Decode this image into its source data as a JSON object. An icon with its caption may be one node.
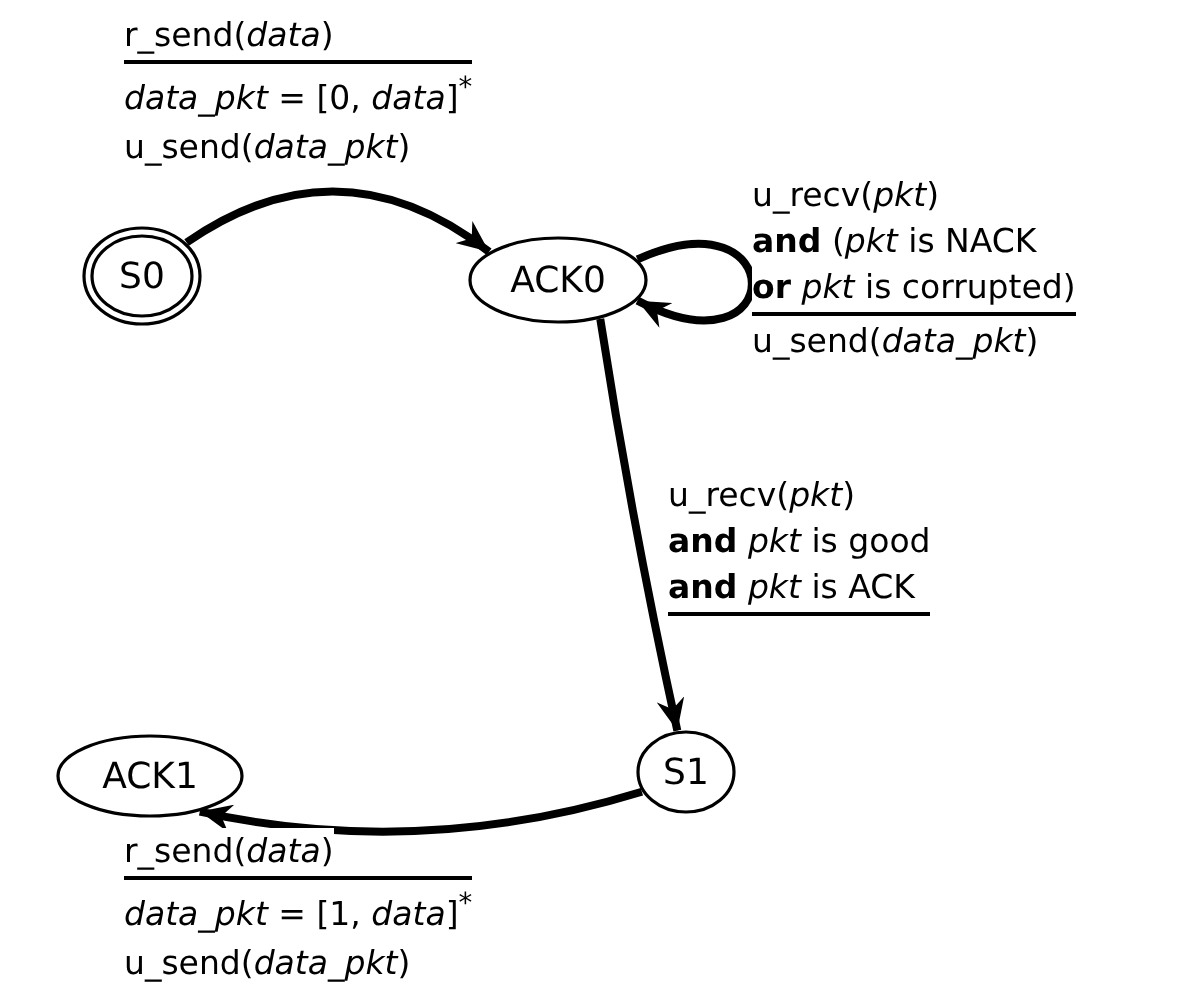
{
  "diagram": {
    "nodes": [
      {
        "text": [
          "S0"
        ]
      },
      {
        "text": [
          "ACK0"
        ]
      },
      {
        "text": [
          "S1"
        ]
      },
      {
        "text": [
          "ACK1"
        ]
      }
    ],
    "edges": [
      {
        "from": 0,
        "to": 1,
        "arrow": "to",
        "label": {
          "event": [
            "r_send(*data*)"
          ],
          "action": [
            "*data_pkt* = [0, *data*]$^{*}$",
            "u_send(*data_pkt*)"
          ]
        }
      },
      {
        "from": 1,
        "to": 1,
        "arrow": "to",
        "label": {
          "event": [
            "u_recv(*pkt*)",
            "**and** (*pkt* is NACK",
            "**or** *pkt* is corrupted)"
          ],
          "action": [
            "u_send(*data_pkt*)"
          ]
        }
      },
      {
        "from": 1,
        "to": 2,
        "arrow": "to",
        "label": {
          "event": [
            "u_recv(*pkt*)",
            "**and** *pkt* is good",
            "**and** *pkt* is ACK"
          ]
        }
      },
      {
        "from": 2,
        "to": 3,
        "arrow": "to",
        "label": {
          "event": [
            "r_send(*data*)"
          ],
          "action": [
            "*data_pkt* = [1, *data*]$^{*}$",
            "u_send(*data_pkt*)"
          ]
        }
      }
    ]
  }
}
